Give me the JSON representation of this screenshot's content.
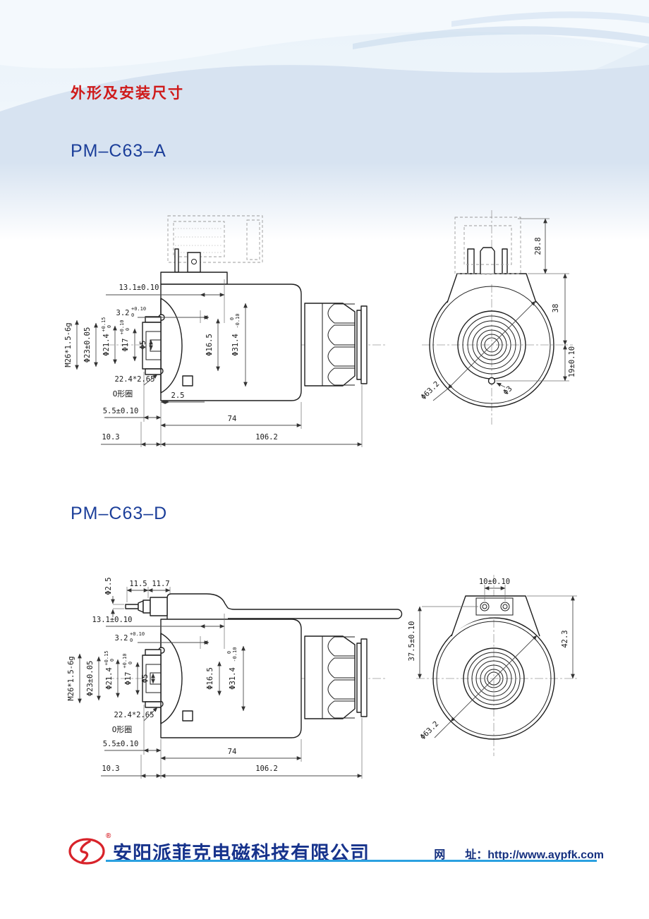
{
  "page": {
    "title": "外形及安装尺寸",
    "footer": {
      "company": "安阳派菲克电磁科技有限公司",
      "reg": "®",
      "web_label_1": "网",
      "web_label_2": "址：",
      "url": "http://www.aypfk.com"
    },
    "colors": {
      "title_red": "#cf1a1a",
      "model_blue": "#1c3f9a",
      "footer_company_blue": "#17338c",
      "footer_line_blue": "#2ba1e0",
      "logo_red": "#d8232a",
      "wave_blue": "#d7e3f1"
    }
  },
  "sections": [
    {
      "model": "PM–C63–A",
      "side_view": {
        "dims": {
          "len_131": "13.1±0.10",
          "step_32": "3.2",
          "step_32_hi": "+0.10",
          "step_32_lo": "0",
          "thread": "M26*1.5-6g",
          "dia_23": "Φ23±0.05",
          "dia_214": "Φ21.4",
          "dia_214_hi": "+0.15",
          "dia_214_lo": "0",
          "dia_17": "Φ17",
          "dia_17_hi": "+0.10",
          "dia_17_lo": "0",
          "dia_5": "Φ5",
          "dia_165": "Φ16.5",
          "dia_314": "Φ31.4",
          "dia_314_hi": "0",
          "dia_314_lo": "-0.10",
          "oring_size": "22.4*2.65",
          "oring_name": "O形圈",
          "len_25": "2.5",
          "len_55": "5.5±0.10",
          "len_74": "74",
          "len_103": "10.3",
          "len_1062": "106.2"
        }
      },
      "front_view": {
        "dims": {
          "h_288": "28.8",
          "h_38": "38",
          "h_19": "19±0.10",
          "dia_632": "Φ63.2",
          "dia_3": "Φ3"
        }
      }
    },
    {
      "model": "PM–C63–D",
      "side_view": {
        "dims": {
          "dia_cable_25": "Φ2.5",
          "len_115": "11.5",
          "len_117": "11.7",
          "len_131": "13.1±0.10",
          "step_32": "3.2",
          "step_32_hi": "+0.10",
          "step_32_lo": "0",
          "thread": "M26*1.5-6g",
          "dia_23": "Φ23±0.05",
          "dia_214": "Φ21.4",
          "dia_214_hi": "+0.15",
          "dia_214_lo": "0",
          "dia_17": "Φ17",
          "dia_17_hi": "+0.10",
          "dia_17_lo": "0",
          "dia_5": "Φ5",
          "dia_165": "Φ16.5",
          "dia_314": "Φ31.4",
          "dia_314_hi": "0",
          "dia_314_lo": "-0.10",
          "oring_size": "22.4*2.65",
          "oring_name": "O形圈",
          "len_55": "5.5±0.10",
          "len_74": "74",
          "len_103": "10.3",
          "len_1062": "106.2"
        }
      },
      "front_view": {
        "dims": {
          "w_10": "10±0.10",
          "h_375": "37.5±0.10",
          "h_423": "42.3",
          "dia_632": "Φ63.2"
        }
      }
    }
  ]
}
